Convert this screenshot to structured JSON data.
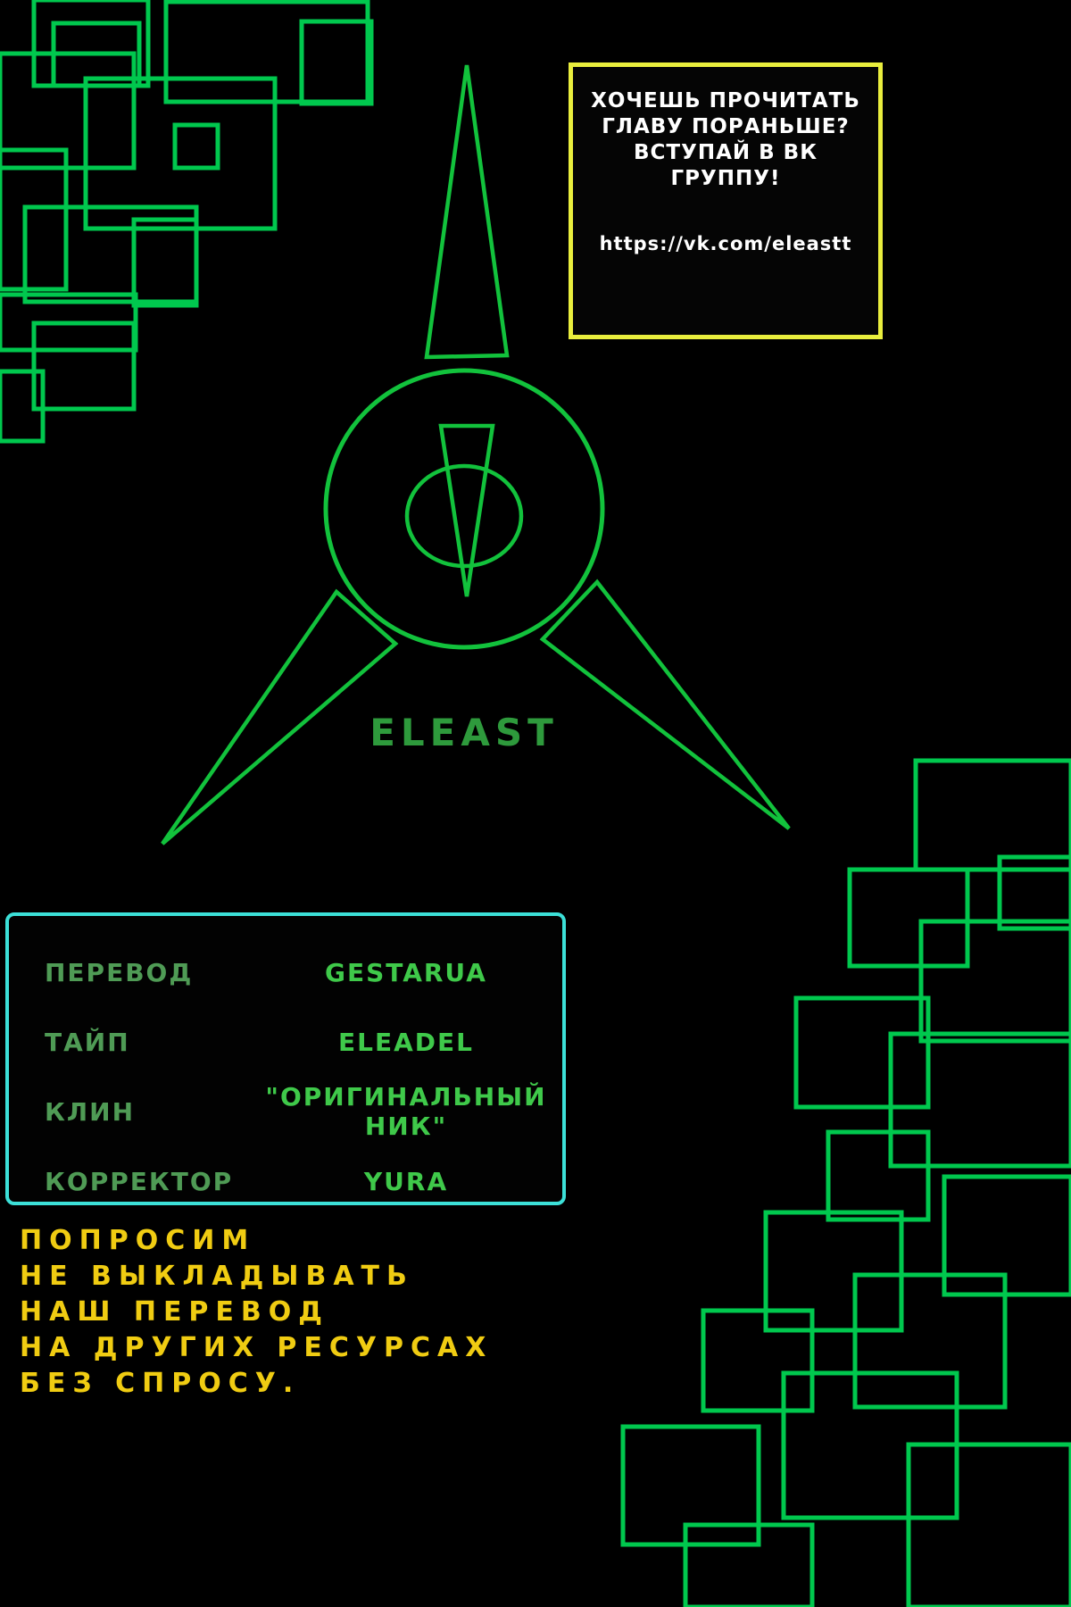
{
  "colors": {
    "background": "#000000",
    "neon_green": "#00c84e",
    "logo_green": "#2e9a3c",
    "label_green": "#4f9b55",
    "value_green": "#3fc94a",
    "promo_border_yellow": "#e9ee3d",
    "footer_yellow": "#f0cc12",
    "credits_border_cyan": "#3ce0d8",
    "promo_text_white": "#ffffff"
  },
  "vk_box": {
    "lines": [
      "ХОЧЕШЬ ПРОЧИТАТЬ",
      "ГЛАВУ ПОРАНЬШЕ?",
      "ВСТУПАЙ В ВК",
      "ГРУППУ!"
    ],
    "url": "https://vk.com/eleastt"
  },
  "logo": {
    "name": "ELEAST"
  },
  "credits": {
    "rows": [
      {
        "label": "ПЕРЕВОД",
        "value": "GESTARUA"
      },
      {
        "label": "ТАЙП",
        "value": "ELEADEL"
      },
      {
        "label": "КЛИН",
        "value": "\"ОРИГИНАЛЬНЫЙ НИК\""
      },
      {
        "label": "КОРРЕКТОР",
        "value": "YURA"
      }
    ]
  },
  "footer": {
    "lines": [
      "ПОПРОСИМ",
      "НЕ ВЫКЛАДЫВАТЬ",
      "НАШ ПЕРЕВОД",
      "НА ДРУГИХ РЕСУРСАХ",
      "БЕЗ СПРОСУ."
    ]
  }
}
